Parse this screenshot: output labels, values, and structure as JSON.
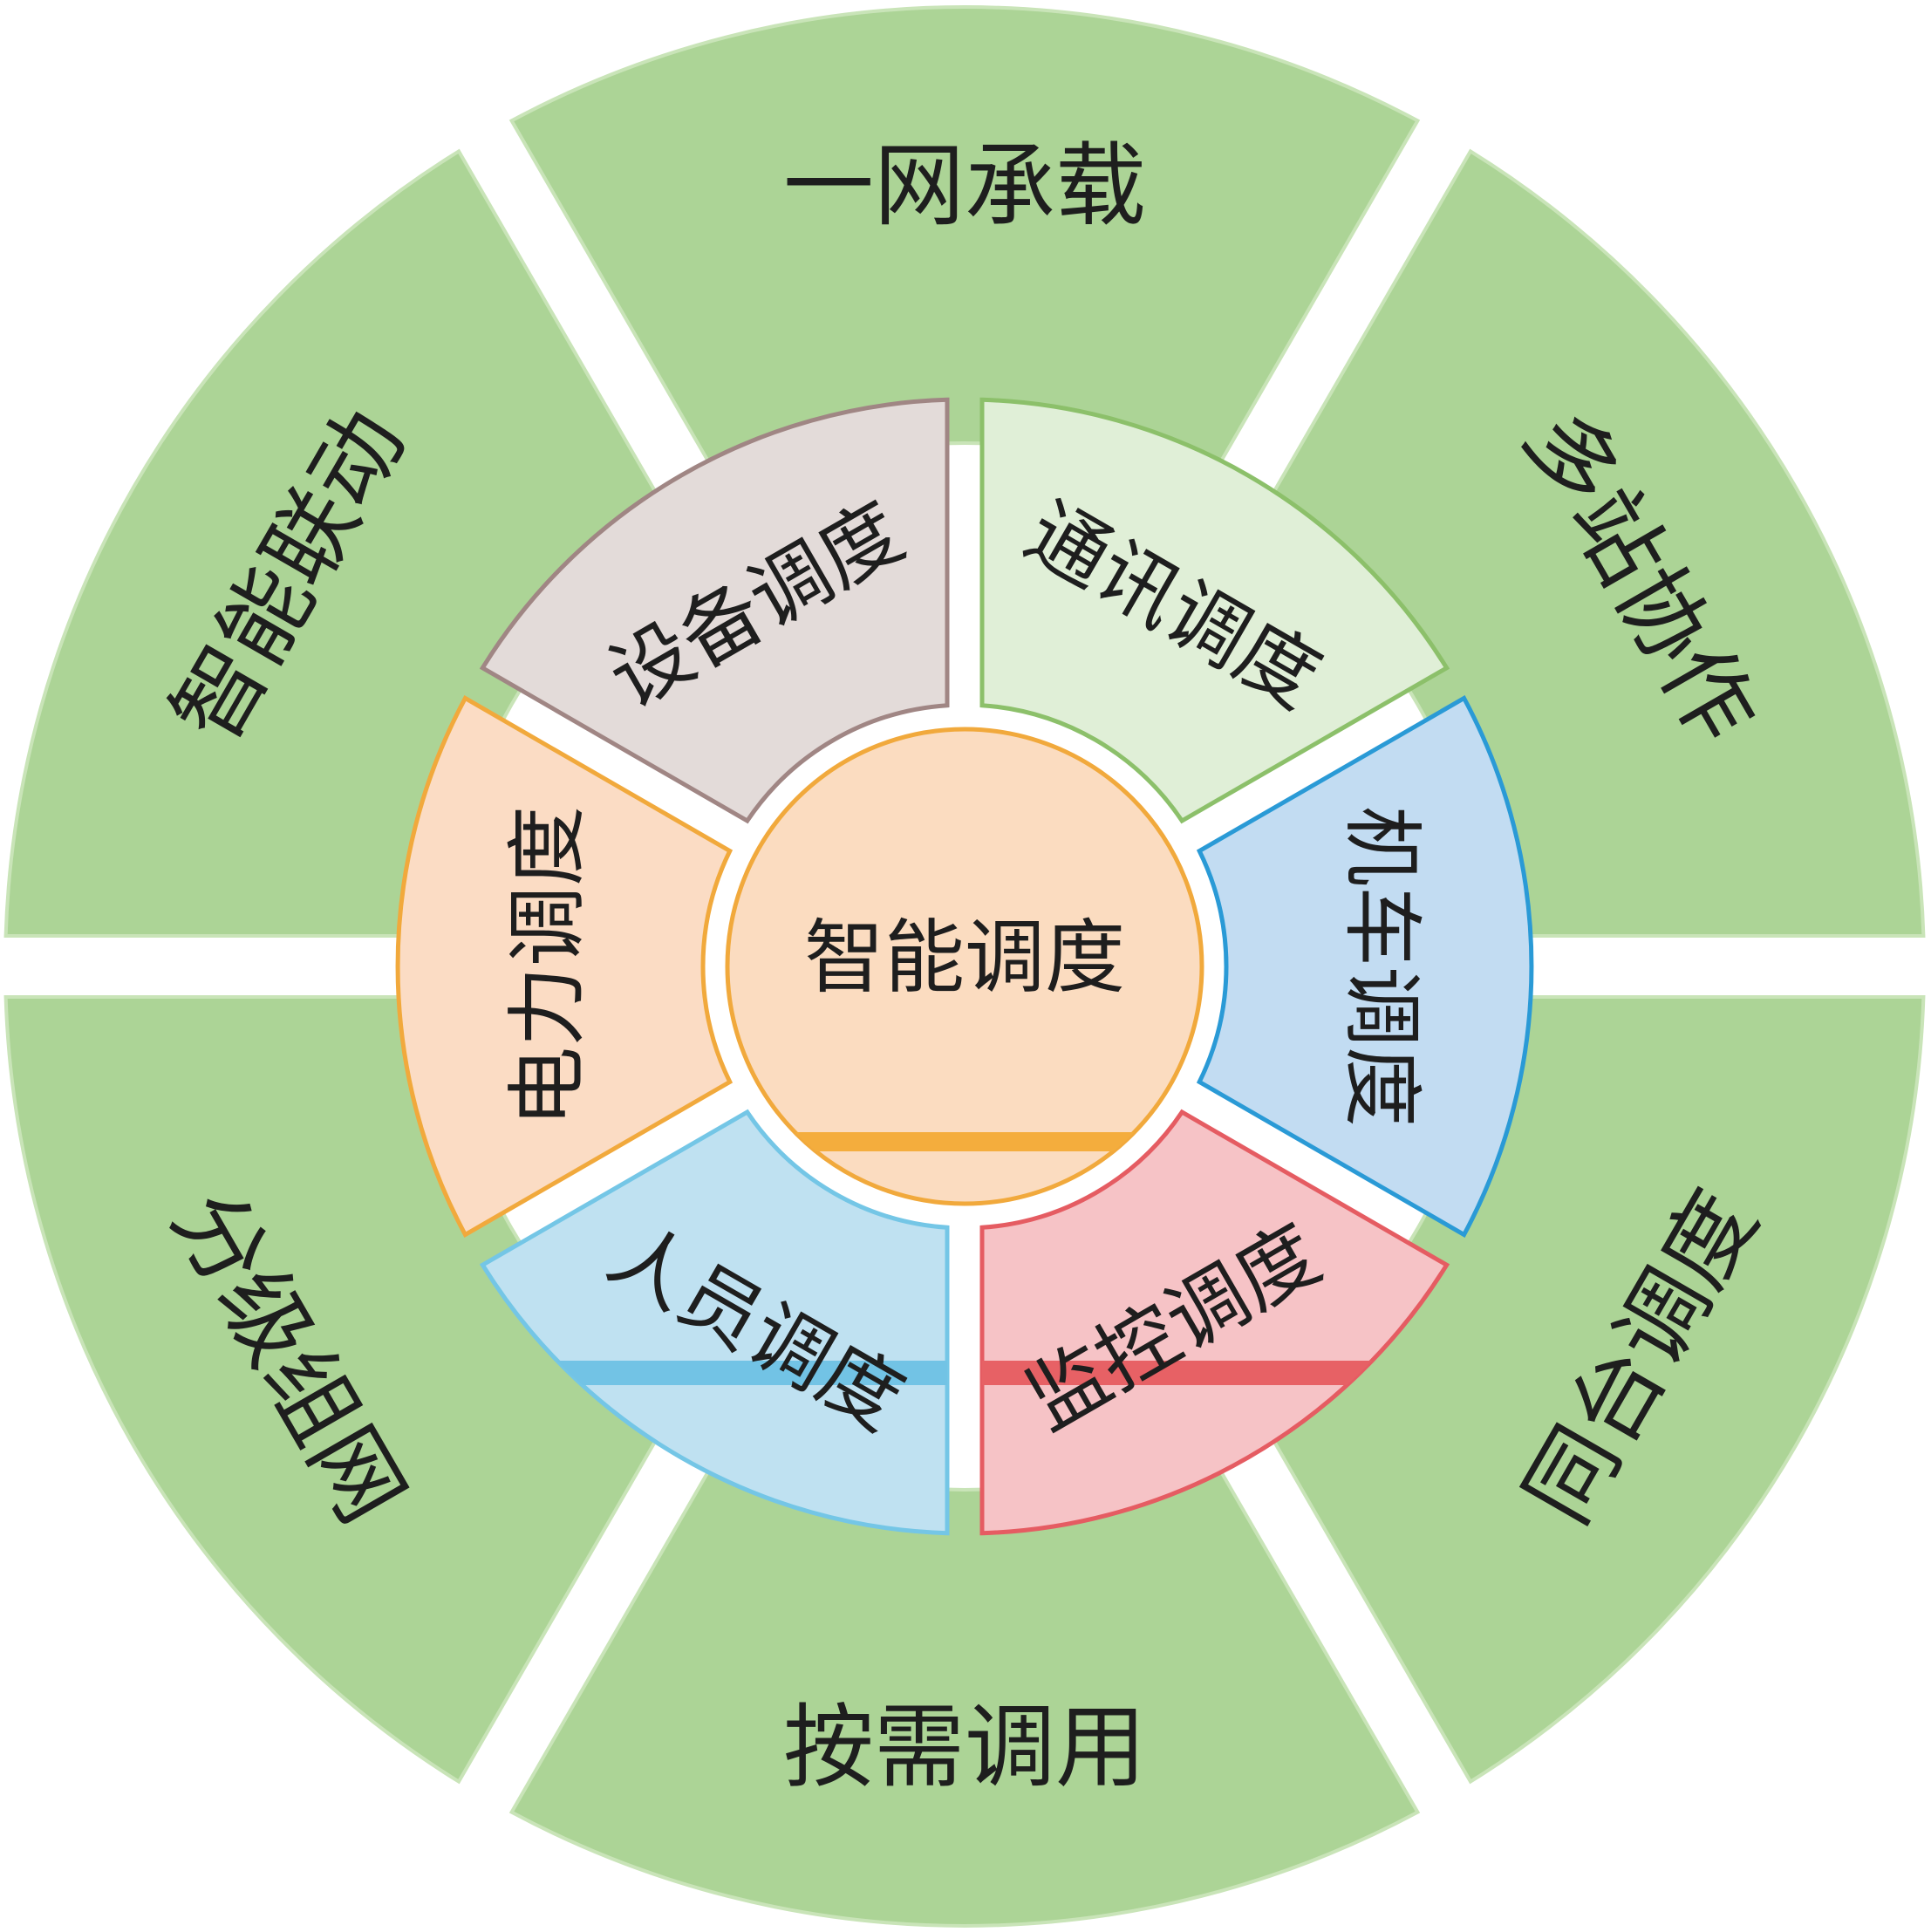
{
  "center": {
    "label": "智能调度"
  },
  "inner_ring": [
    {
      "label": "通讯调度",
      "fill": "#e0efd7",
      "stroke": "#8cc06a"
    },
    {
      "label": "机车调度",
      "fill": "#c2dcf2",
      "stroke": "#2a9ad6"
    },
    {
      "label": "监控调度",
      "fill": "#f6c3c6",
      "stroke": "#e55c62",
      "band": "#e76165"
    },
    {
      "label": "人员调度",
      "fill": "#bfe1f1",
      "stroke": "#74c6e6",
      "band": "#72c3e5"
    },
    {
      "label": "电力调度",
      "fill": "#fbdcc4",
      "stroke": "#f1a93c"
    },
    {
      "label": "设备调度",
      "fill": "#e3dbd9",
      "stroke": "#a08684"
    }
  ],
  "outer_ring": [
    {
      "label": "一网承载"
    },
    {
      "label": "多站协作"
    },
    {
      "label": "同台调度"
    },
    {
      "label": "按需调用"
    },
    {
      "label": "分级组网"
    },
    {
      "label": "智能联动"
    }
  ],
  "colors": {
    "outer_fill": "#acd496",
    "outer_stroke": "#c9e4b8",
    "center_fill": "#fbdcc0",
    "center_stroke": "#f1a93c",
    "center_band": "#f4ad3d"
  }
}
